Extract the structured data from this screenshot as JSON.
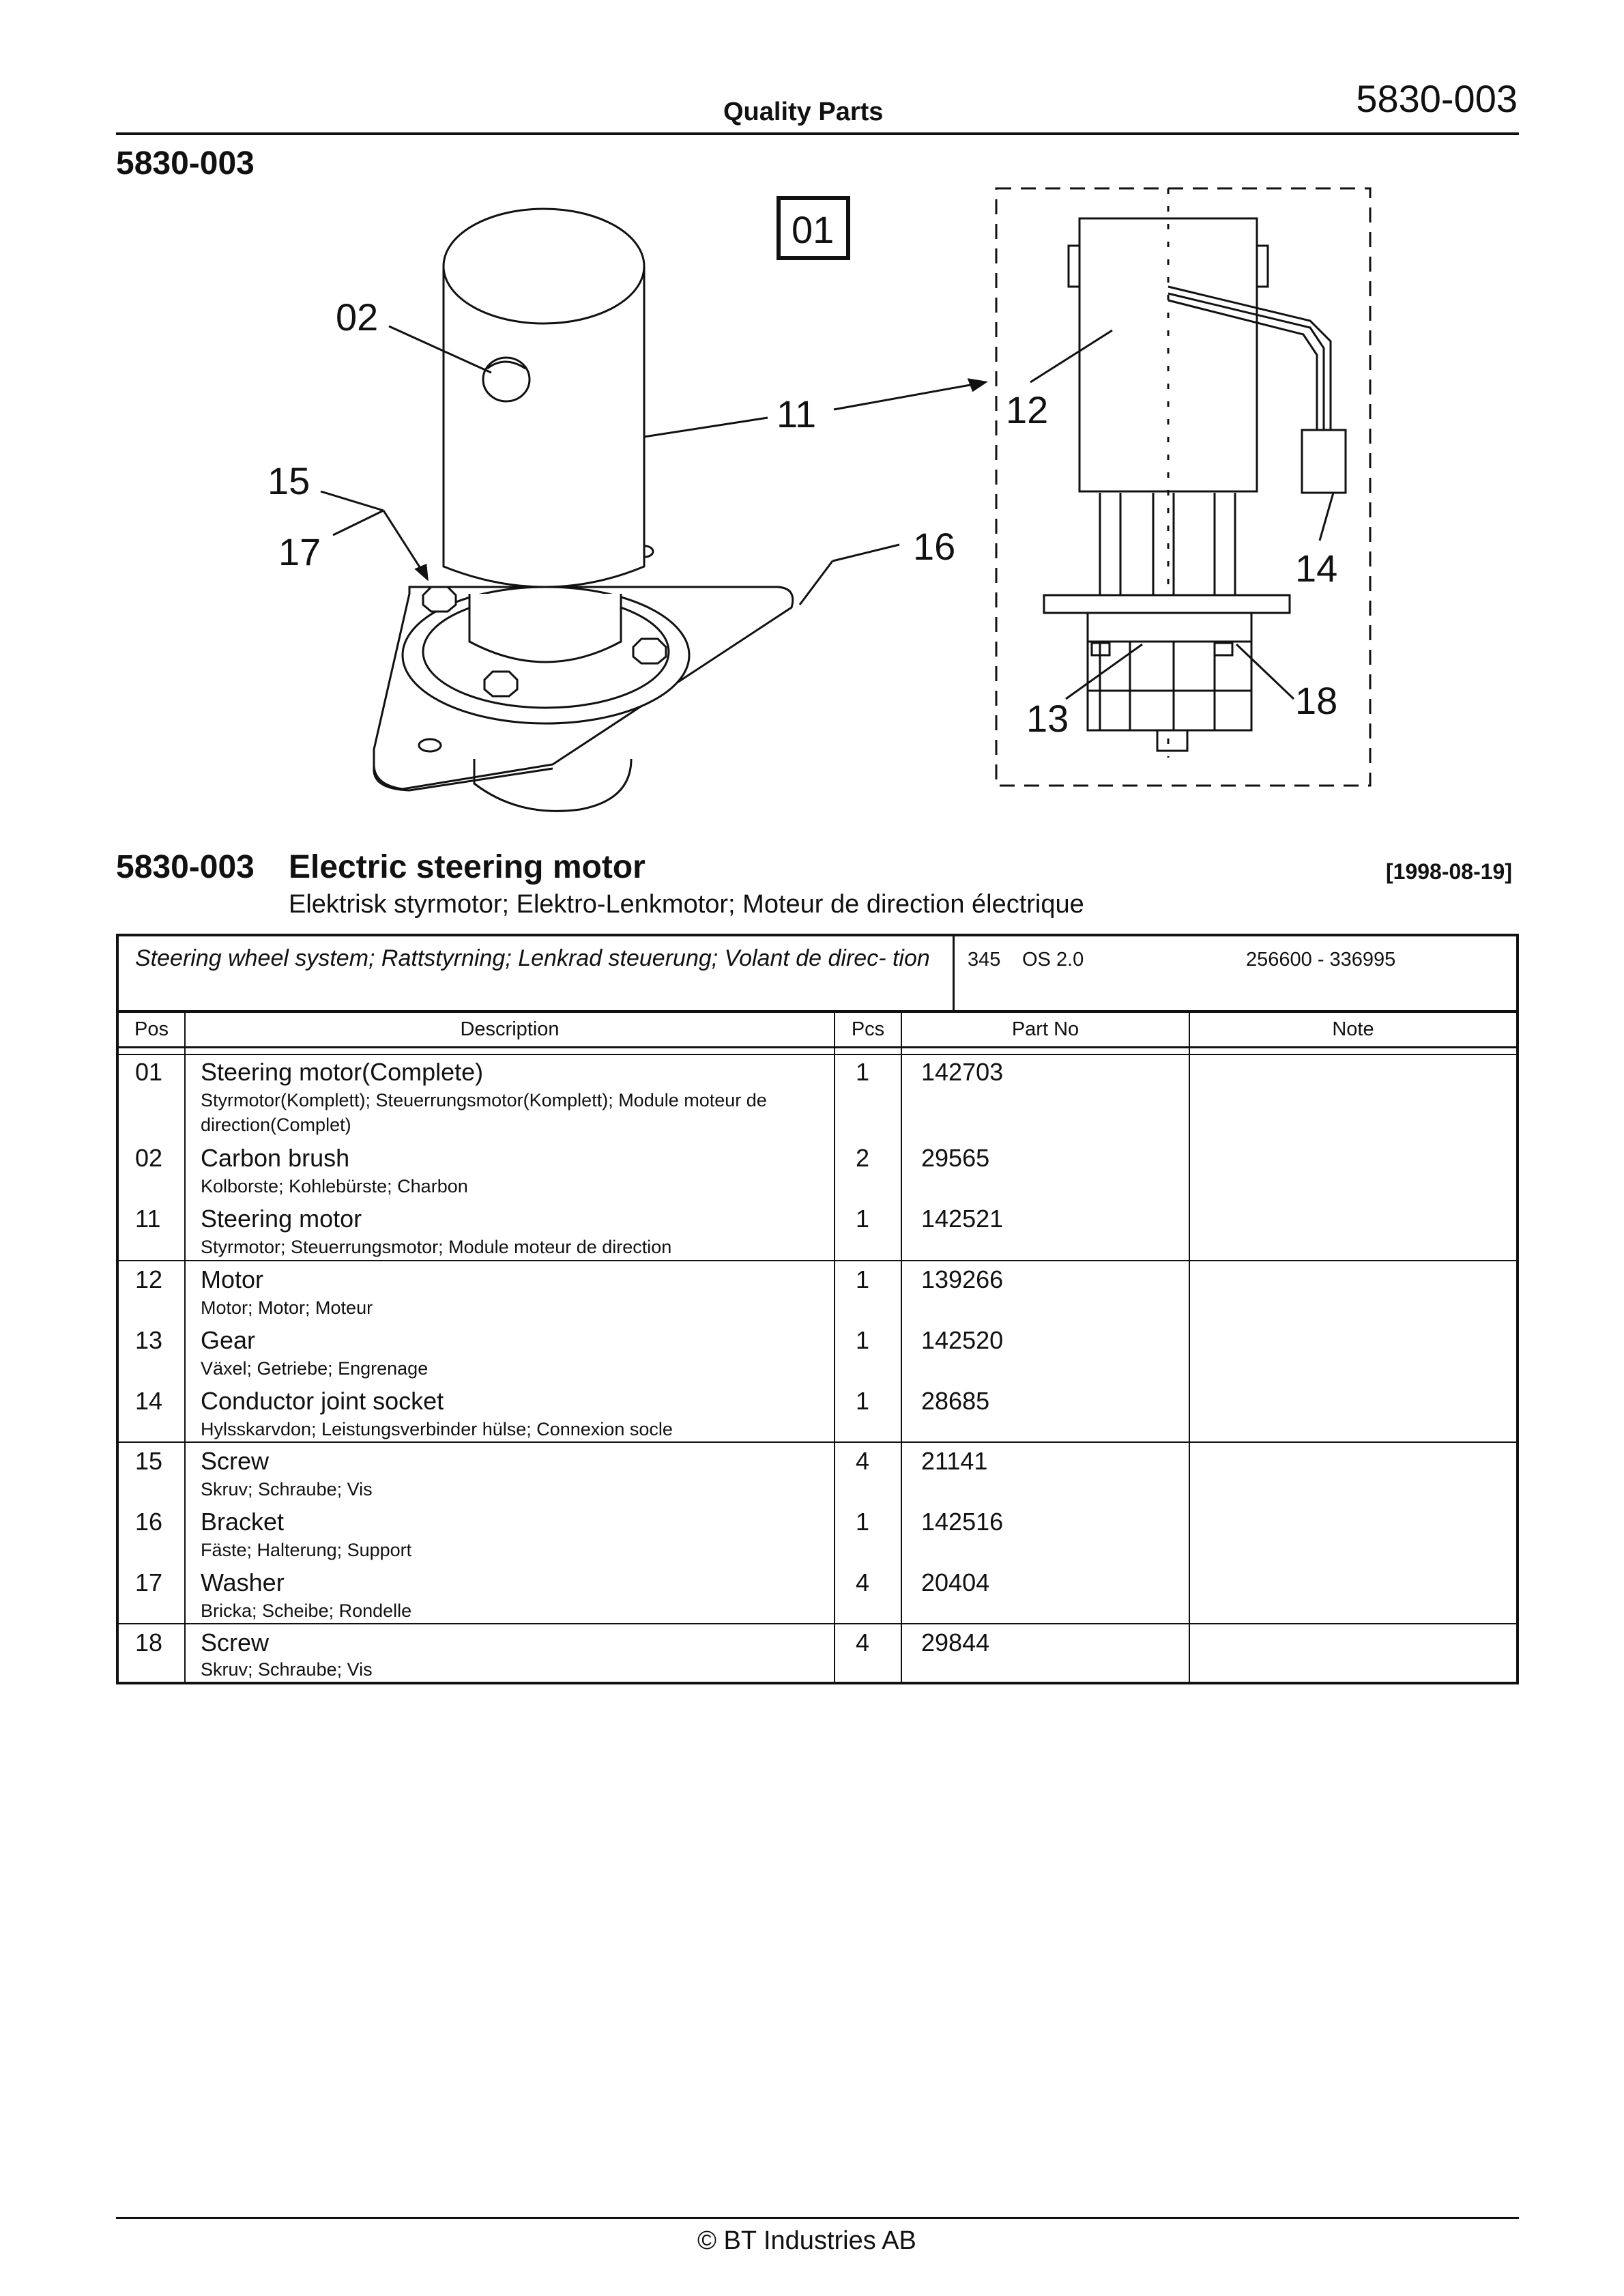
{
  "header": {
    "center_label": "Quality Parts",
    "page_id": "5830-003",
    "doc_number": "5830-003"
  },
  "figure": {
    "callouts": [
      "01",
      "02",
      "11",
      "12",
      "14",
      "15",
      "16",
      "17",
      "13",
      "18"
    ]
  },
  "title": {
    "number": "5830-003",
    "text": "Electric steering motor",
    "date": "[1998-08-19]",
    "subtitle": "Elektrisk styrmotor; Elektro-Lenkmotor; Moteur de direction électrique"
  },
  "system": {
    "text": "Steering wheel system; Rattstyrning; Lenkrad steuerung; Volant de direc- tion",
    "model": "345",
    "option": "OS 2.0",
    "serial_range": "256600 - 336995"
  },
  "columns": {
    "pos": "Pos",
    "description": "Description",
    "pcs": "Pcs",
    "part_no": "Part No",
    "note": "Note"
  },
  "rows": [
    {
      "pos": "01",
      "name": "Steering motor(Complete)",
      "translations": "Styrmotor(Komplett); Steuerrungsmotor(Komplett); Module moteur de direction(Complet)",
      "pcs": "1",
      "part_no": "142703"
    },
    {
      "pos": "02",
      "name": "Carbon brush",
      "translations": "Kolborste; Kohlebürste; Charbon",
      "pcs": "2",
      "part_no": "29565"
    },
    {
      "pos": "11",
      "name": "Steering motor",
      "translations": "Styrmotor; Steuerrungsmotor; Module moteur de direction",
      "pcs": "1",
      "part_no": "142521"
    },
    {
      "pos": "12",
      "name": "Motor",
      "translations": "Motor; Motor; Moteur",
      "pcs": "1",
      "part_no": "139266"
    },
    {
      "pos": "13",
      "name": "Gear",
      "translations": "Växel; Getriebe; Engrenage",
      "pcs": "1",
      "part_no": "142520"
    },
    {
      "pos": "14",
      "name": "Conductor joint socket",
      "translations": "Hylsskarvdon; Leistungsverbinder hülse; Connexion socle",
      "pcs": "1",
      "part_no": "28685"
    },
    {
      "pos": "15",
      "name": "Screw",
      "translations": "Skruv; Schraube; Vis",
      "pcs": "4",
      "part_no": "21141"
    },
    {
      "pos": "16",
      "name": "Bracket",
      "translations": "Fäste; Halterung; Support",
      "pcs": "1",
      "part_no": "142516"
    },
    {
      "pos": "17",
      "name": "Washer",
      "translations": "Bricka; Scheibe; Rondelle",
      "pcs": "4",
      "part_no": "20404"
    },
    {
      "pos": "18",
      "name": "Screw",
      "translations": "Skruv; Schraube; Vis",
      "pcs": "4",
      "part_no": "29844"
    }
  ],
  "footer": {
    "copyright": "© BT Industries AB"
  }
}
